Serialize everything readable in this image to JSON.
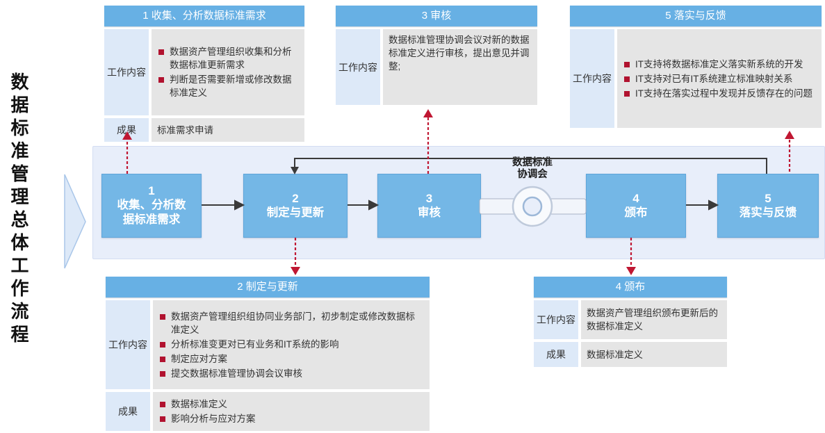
{
  "page_title": "数据标准管理总体工作流程",
  "colors": {
    "box_blue": "#74b7e6",
    "header_blue": "#67b0e4",
    "band_bg": "#e8eefa",
    "label_cell": "#dde9f8",
    "content_cell": "#e5e5e5",
    "bullet_red": "#b1122f",
    "dashed_arrow_red": "#c01732",
    "connector_black": "#3a3a3a"
  },
  "flow": {
    "steps": [
      {
        "num": "1",
        "label": "收集、分析数\n据标准需求"
      },
      {
        "num": "2",
        "label": "制定与更新"
      },
      {
        "num": "3",
        "label": "审核"
      },
      {
        "num": "4",
        "label": "颁布"
      },
      {
        "num": "5",
        "label": "落实与反馈"
      }
    ],
    "gateway_label": "数据标准\n协调会"
  },
  "panels": [
    {
      "title": "1 收集、分析数据标准需求",
      "rows": [
        {
          "label": "工作内容",
          "items": [
            "数据资产管理组织收集和分析数据标准更新需求",
            "判断是否需要新增或修改数据标准定义"
          ]
        },
        {
          "label": "成果",
          "text": "标准需求申请"
        }
      ]
    },
    {
      "title": "2 制定与更新",
      "rows": [
        {
          "label": "工作内容",
          "items": [
            "数据资产管理组织组协同业务部门，初步制定或修改数据标准定义",
            "分析标准变更对已有业务和IT系统的影响",
            "制定应对方案",
            "提交数据标准管理协调会议审核"
          ]
        },
        {
          "label": "成果",
          "items": [
            "数据标准定义",
            "影响分析与应对方案"
          ]
        }
      ]
    },
    {
      "title": "3 审核",
      "rows": [
        {
          "label": "工作内容",
          "text": "数据标准管理协调会议对新的数据标准定义进行审核，提出意见并调整;"
        }
      ]
    },
    {
      "title": "4 颁布",
      "rows": [
        {
          "label": "工作内容",
          "text": "数据资产管理组织颁布更新后的数据标准定义"
        },
        {
          "label": "成果",
          "text": "数据标准定义"
        }
      ]
    },
    {
      "title": "5 落实与反馈",
      "rows": [
        {
          "label": "工作内容",
          "items": [
            "IT支持将数据标准定义落实新系统的开发",
            "IT支持对已有IT系统建立标准映射关系",
            "IT支持在落实过程中发现并反馈存在的问题"
          ]
        }
      ]
    }
  ]
}
